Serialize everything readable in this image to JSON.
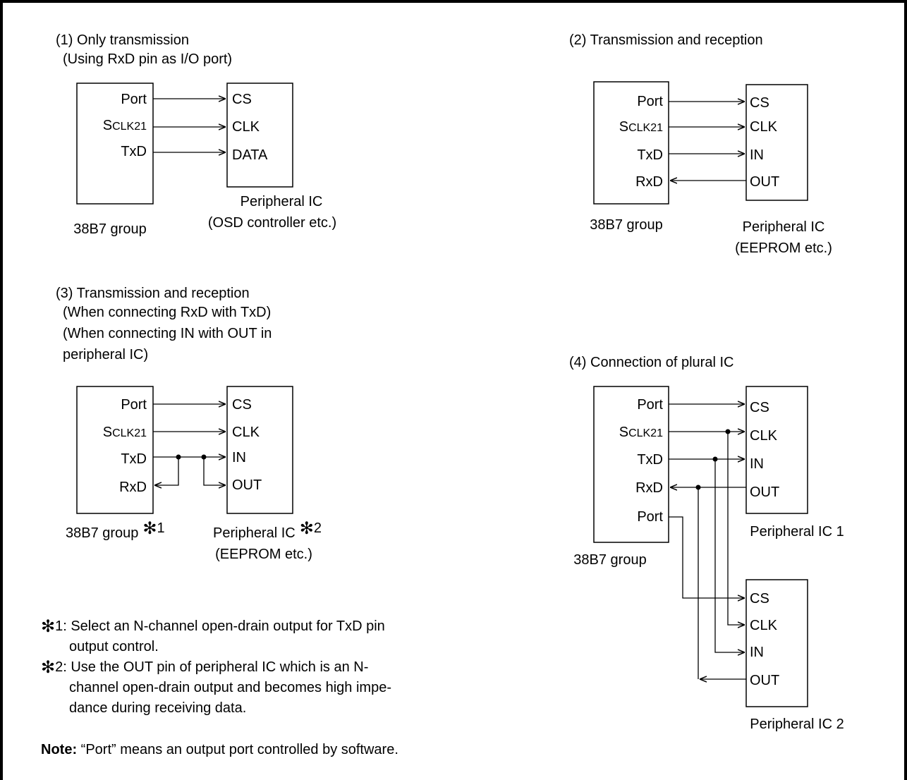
{
  "d1": {
    "title": "(1) Only transmission",
    "subtitle": "(Using RxD pin as I/O port)",
    "mcu_pins": [
      "Port",
      "CLK21",
      "TxD"
    ],
    "ic_pins": [
      "CS",
      "CLK",
      "DATA"
    ],
    "ic_label": "Peripheral IC",
    "ic_sub": "(OSD controller etc.)",
    "mcu_label": "38B7 group"
  },
  "d2": {
    "title": "(2) Transmission and reception",
    "mcu_pins": [
      "Port",
      "CLK21",
      "TxD",
      "RxD"
    ],
    "ic_pins": [
      "CS",
      "CLK",
      "IN",
      "OUT"
    ],
    "mcu_label": "38B7 group",
    "ic_label": "Peripheral IC",
    "ic_sub": "(EEPROM etc.)"
  },
  "d3": {
    "title": "(3) Transmission and reception",
    "lines": [
      "(When connecting RxD with TxD)",
      "(When connecting IN with OUT in",
      "peripheral IC)"
    ],
    "mcu_pins": [
      "Port",
      "CLK21",
      "TxD",
      "RxD"
    ],
    "ic_pins": [
      "CS",
      "CLK",
      "IN",
      "OUT"
    ],
    "mcu_label": "38B7 group",
    "mcu_mark": "1",
    "ic_label": "Peripheral IC",
    "ic_mark": "2",
    "ic_sub": "(EEPROM etc.)"
  },
  "d4": {
    "title": "(4) Connection of plural IC",
    "mcu_pins": [
      "Port",
      "CLK21",
      "TxD",
      "RxD",
      "Port"
    ],
    "ic1_pins": [
      "CS",
      "CLK",
      "IN",
      "OUT"
    ],
    "ic1_label": "Peripheral IC 1",
    "ic2_pins": [
      "CS",
      "CLK",
      "IN",
      "OUT"
    ],
    "ic2_label": "Peripheral IC 2",
    "mcu_label": "38B7 group"
  },
  "notes": {
    "star": "✻",
    "s": "S",
    "n1_tag": "1: Select an N-channel open-drain output for TxD pin",
    "n1_cont": "output control.",
    "n2_tag": "2: Use the OUT pin of peripheral IC which is an N-",
    "n2_l2": "channel open-drain output and becomes high impe-",
    "n2_l3": "dance during receiving data.",
    "note_label": "Note:",
    "note_text": " “Port” means an output port controlled by software."
  }
}
